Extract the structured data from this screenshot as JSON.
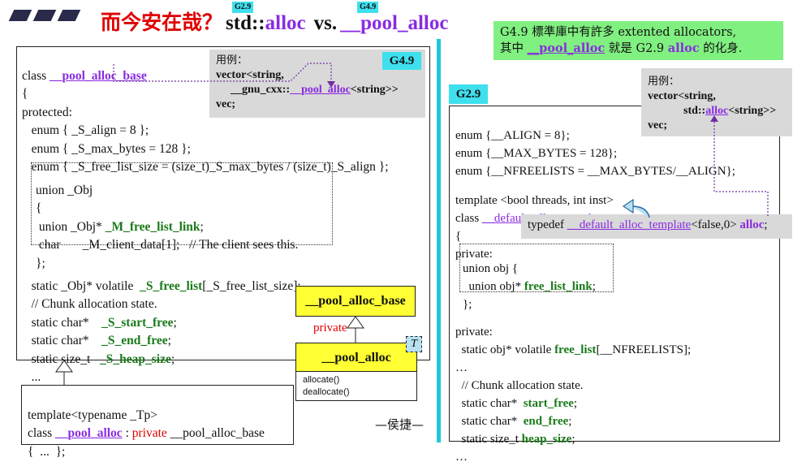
{
  "title": {
    "prefix": "而今安在哉？",
    "std": "std::",
    "alloc": "alloc",
    "vs": "vs.",
    "pool_alloc": "__pool_alloc",
    "tag_a": "G2.9",
    "tag_b": "G4.9"
  },
  "note": {
    "line1": "G4.9 標準庫中有許多 extented allocators,",
    "line2_a": "其中",
    "line2_b": "__pool_alloc",
    "line2_c": "就是 G2.9",
    "line2_d": "alloc",
    "line2_e": "的化身."
  },
  "left": {
    "badge": "G4.9",
    "example": {
      "label": "用例：",
      "l1": "vector<string,",
      "l2a": "__gnu_cxx::",
      "l2b": "__pool_alloc",
      "l2c": "<string>>",
      "l3": "vec;"
    },
    "l1a": "class ",
    "l1b": "__pool_alloc_base",
    "l2": "{",
    "l3": "protected:",
    "l4": "   enum { _S_align = 8 };",
    "l5": "   enum { _S_max_bytes = 128 };",
    "l6": "   enum { _S_free_list_size = (size_t)_S_max_bytes / (size_t)_S_align };",
    "u1": "union _Obj",
    "u2": "{",
    "u3a": " union _Obj* ",
    "u3b": "_M_free_list_link",
    "u3c": ";",
    "u4": " char       _M_client_data[1];   // The client sees this.",
    "u5": "};",
    "s1a": "   static _Obj* volatile  ",
    "s1b": "_S_free_list",
    "s1c": "[_S_free_list_size];",
    "s2": "   // Chunk allocation state.",
    "s3a": "   static char*    ",
    "s3b": "_S_start_free",
    "s3c": ";",
    "s4a": "   static char*    ",
    "s4b": "_S_end_free",
    "s4c": ";",
    "s5a": "   static size_t   ",
    "s5b": "_S_heap_size",
    "s5c": ";",
    "s6": "   ..."
  },
  "uml": {
    "base": "__pool_alloc_base",
    "private": "private",
    "derived": "__pool_alloc",
    "T": "T",
    "m1": "allocate()",
    "m2": "deallocate()"
  },
  "bottom": {
    "l1": "template<typename _Tp>",
    "l2a": "class ",
    "l2b": "__pool_alloc",
    "l2c": " : ",
    "l2d": "private",
    "l2e": " __pool_alloc_base",
    "l3": "{  ...  };"
  },
  "signature": "—侯捷—",
  "right": {
    "badge": "G2.9",
    "example": {
      "label": "用例：",
      "l1": "vector<string,",
      "l2a": "std::",
      "l2b": "alloc",
      "l2c": "<string>>",
      "l3": "vec;"
    },
    "l1": "enum {__ALIGN = 8};",
    "l2": "enum {__MAX_BYTES = 128};",
    "l3": "enum {__NFREELISTS = __MAX_BYTES/__ALIGN};",
    "l4": "template <bool threads, int inst>",
    "l5a": "class ",
    "l5b": "__default_alloc_template",
    "l6": "{",
    "l7": "private:",
    "typedef_a": "typedef ",
    "typedef_b": "__default_alloc_template",
    "typedef_c": "<false,0> ",
    "typedef_d": "alloc",
    "typedef_e": ";",
    "u1": "union obj {",
    "u2a": "  union obj* ",
    "u2b": "free_list_link",
    "u2c": ";",
    "u3": "};",
    "p1": "private:",
    "p2a": "  static obj* volatile ",
    "p2b": "free_list",
    "p2c": "[__NFREELISTS];",
    "p3": "…",
    "p4": "  // Chunk allocation state.",
    "p5a": "  static char*  ",
    "p5b": "start_free",
    "p5c": ";",
    "p6a": "  static char*  ",
    "p6b": "end_free",
    "p6c": ";",
    "p7a": "  static size_t ",
    "p7b": "heap_size",
    "p7c": ";",
    "p8": "…"
  },
  "colors": {
    "accent": "#8a2be2",
    "code_green": "#1a7a1a",
    "title_red": "#e00000",
    "note_bg": "#80f080",
    "divider": "#1ec8d8",
    "tag_bg": "#3ee0ee",
    "uml_yellow": "#ffff33",
    "example_bg": "#d9d9d9"
  }
}
